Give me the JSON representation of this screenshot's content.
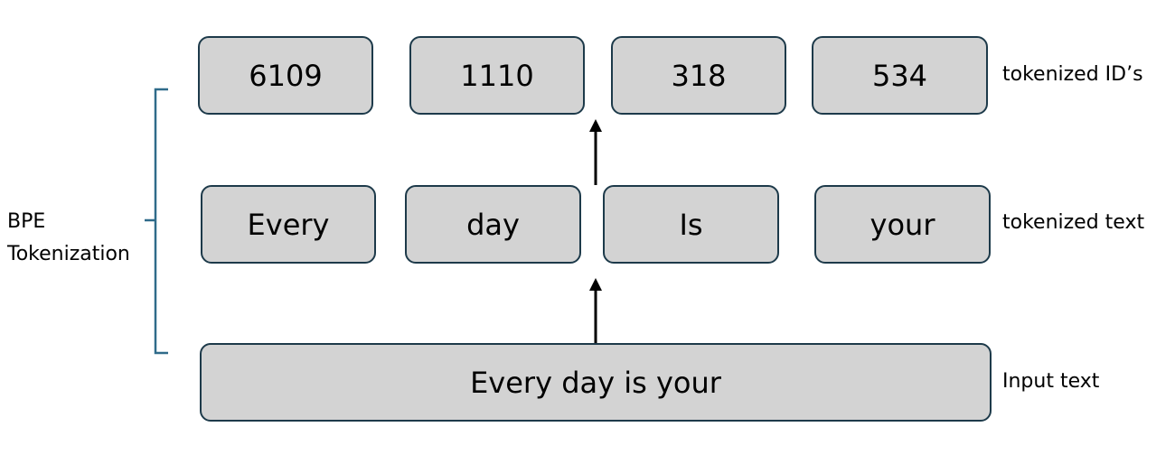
{
  "diagram": {
    "rows": {
      "ids": {
        "label": "tokenized ID’s",
        "tokens": [
          "6109",
          "1110",
          "318",
          "534"
        ]
      },
      "text": {
        "label": "tokenized text",
        "tokens": [
          "Every",
          "day",
          "Is",
          "your"
        ]
      },
      "input": {
        "label": "Input text",
        "value": "Every day is your"
      }
    },
    "bracket": {
      "line1": "BPE",
      "line2": "Tokenization"
    },
    "colors": {
      "box_fill": "#d3d3d3",
      "box_border": "#1d3a4a",
      "bracket": "#2f6b8a",
      "arrow": "#000000"
    }
  }
}
